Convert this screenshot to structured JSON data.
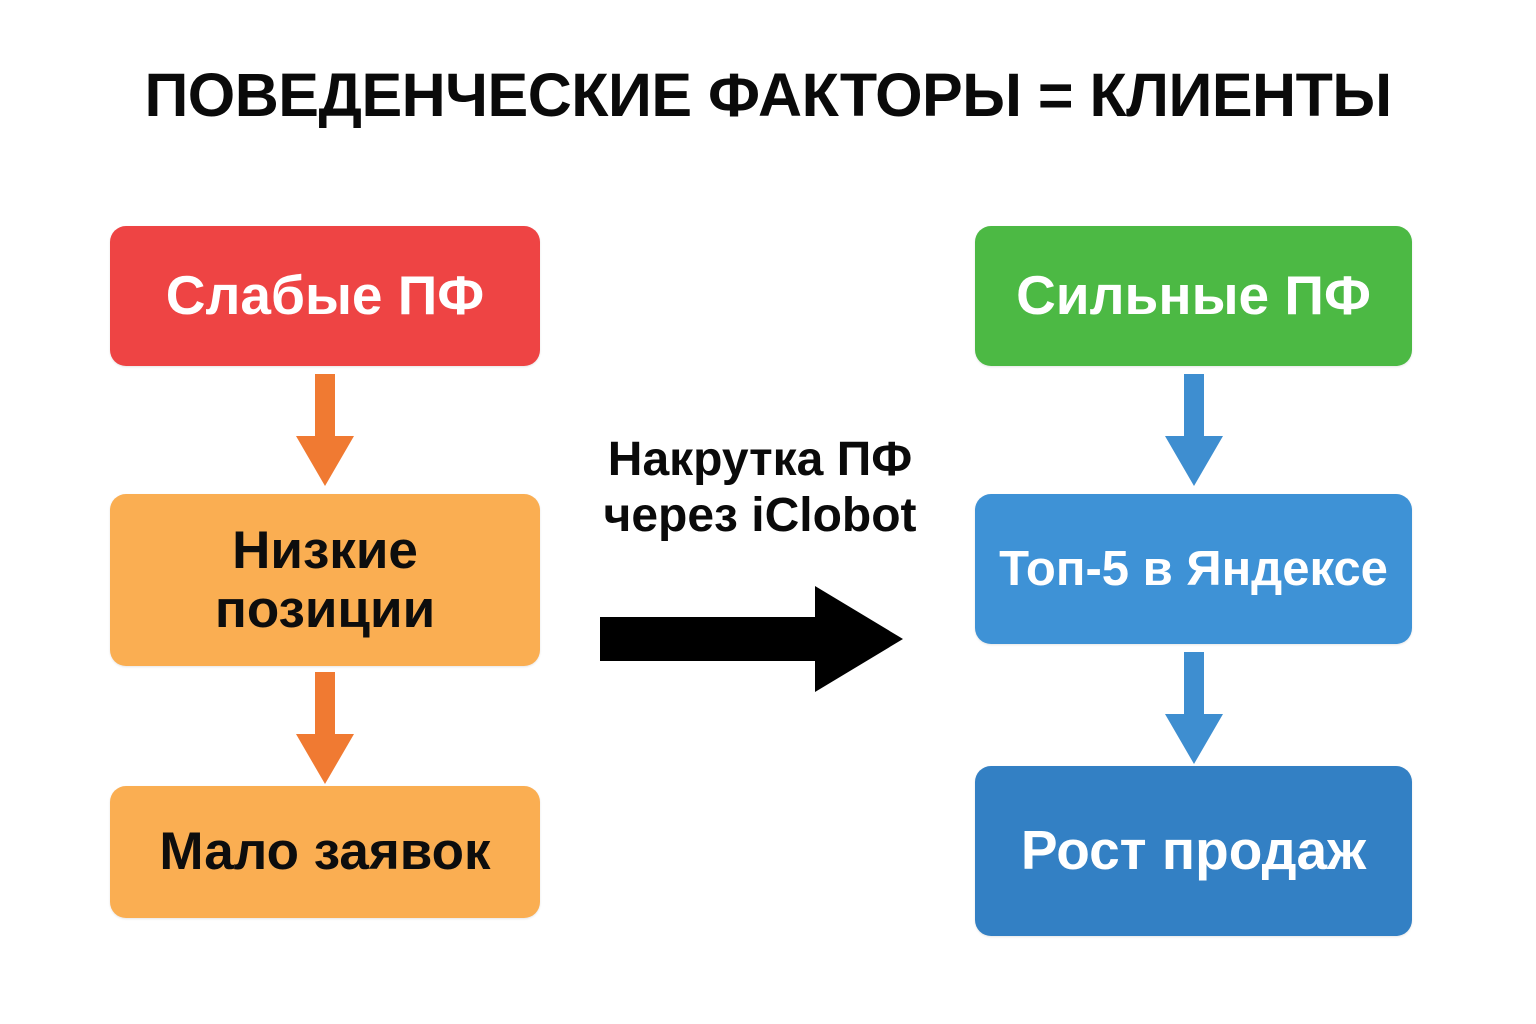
{
  "page": {
    "title": "ПОВЕДЕНЧЕСКИЕ ФАКТОРЫ = КЛИЕНТЫ",
    "background_color": "#ffffff"
  },
  "colors": {
    "red": "#ee4444",
    "orange_box": "#faae52",
    "orange_arrow": "#f07a32",
    "green": "#4cb944",
    "blue_light": "#3e92d6",
    "blue_dark": "#3380c4",
    "black": "#0a0a0a",
    "white": "#ffffff"
  },
  "left_column": {
    "nodes": [
      {
        "id": "weak-pf",
        "label": "Слабые ПФ",
        "fill": "#ee4444",
        "text_color": "#ffffff"
      },
      {
        "id": "low-pos",
        "label": "Низкие\nпозиции",
        "fill": "#faae52",
        "text_color": "#0d0d0d"
      },
      {
        "id": "few-leads",
        "label": "Мало заявок",
        "fill": "#faae52",
        "text_color": "#0d0d0d"
      }
    ],
    "arrows": [
      {
        "id": "left-arrow-1",
        "direction": "down",
        "color": "#f07a32"
      },
      {
        "id": "left-arrow-2",
        "direction": "down",
        "color": "#f07a32"
      }
    ]
  },
  "right_column": {
    "nodes": [
      {
        "id": "strong-pf",
        "label": "Сильные ПФ",
        "fill": "#4cb944",
        "text_color": "#ffffff"
      },
      {
        "id": "top5-yandex",
        "label": "Топ-5 в Яндексе",
        "fill": "#3e92d6",
        "text_color": "#ffffff"
      },
      {
        "id": "sales-growth",
        "label": "Рост продаж",
        "fill": "#3380c4",
        "text_color": "#ffffff"
      }
    ],
    "arrows": [
      {
        "id": "right-arrow-1",
        "direction": "down",
        "color": "#3e8ed0"
      },
      {
        "id": "right-arrow-2",
        "direction": "down",
        "color": "#3e8ed0"
      }
    ]
  },
  "center": {
    "label": "Накрутка ПФ\nчерез iClobot",
    "arrow": {
      "id": "transform-arrow",
      "direction": "right",
      "color": "#000000"
    }
  },
  "chart_data": {
    "type": "diagram",
    "title": "ПОВЕДЕНЧЕСКИЕ ФАКТОРЫ = КЛИЕНТЫ",
    "flows": [
      {
        "name": "before",
        "steps": [
          "Слабые ПФ",
          "Низкие позиции",
          "Мало заявок"
        ],
        "colors": [
          "#ee4444",
          "#faae52",
          "#faae52"
        ]
      },
      {
        "name": "after",
        "steps": [
          "Сильные ПФ",
          "Топ-5 в Яндексе",
          "Рост продаж"
        ],
        "colors": [
          "#4cb944",
          "#3e92d6",
          "#3380c4"
        ]
      }
    ],
    "transition_label": "Накрутка ПФ через iClobot"
  }
}
